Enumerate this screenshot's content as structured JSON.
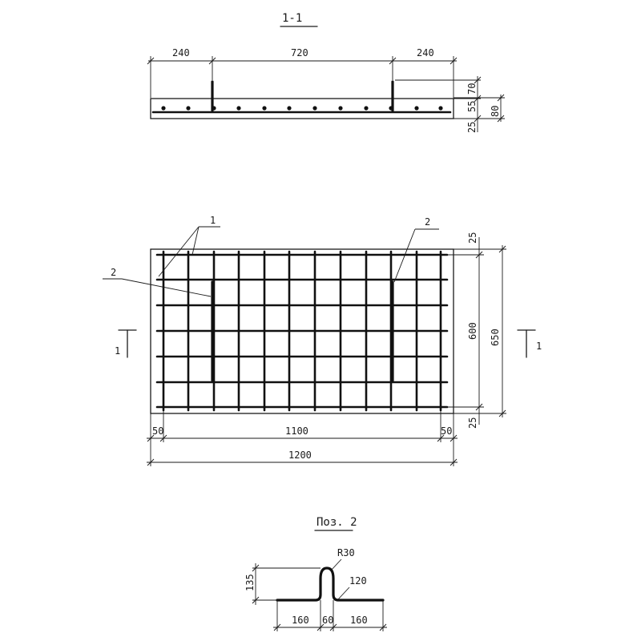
{
  "section": {
    "title": "1-1",
    "dims_top": [
      "240",
      "720",
      "240"
    ],
    "dims_right": [
      "70",
      "55",
      "80",
      "25"
    ]
  },
  "plan": {
    "callouts": [
      "1",
      "2",
      "2"
    ],
    "dims_right": [
      "25",
      "600",
      "650",
      "25"
    ],
    "dims_bottom": [
      "50",
      "1100",
      "50"
    ],
    "dim_total": "1200",
    "cut_left": "1",
    "cut_right": "1"
  },
  "detail": {
    "title": "Поз. 2",
    "radius": "R30",
    "angle": "120",
    "height": "135",
    "dims_bottom": [
      "160",
      "60",
      "160"
    ]
  }
}
